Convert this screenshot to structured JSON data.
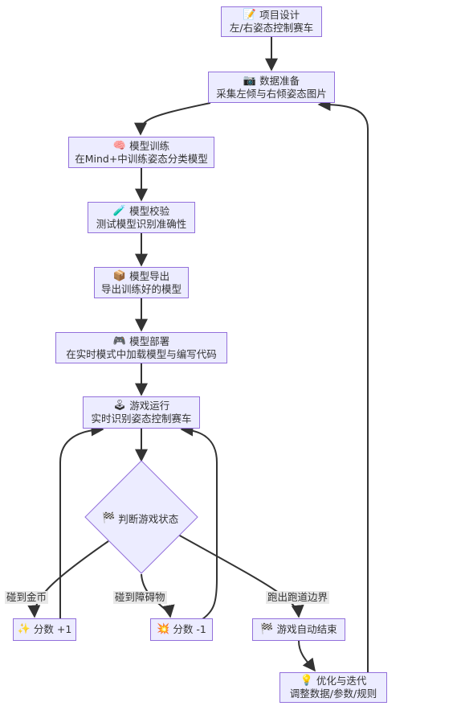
{
  "nodes": {
    "design": {
      "icon": "📝",
      "title": "项目设计",
      "subtitle": "左/右姿态控制赛车"
    },
    "data": {
      "icon": "📷",
      "title": "数据准备",
      "subtitle": "采集左倾与右倾姿态图片"
    },
    "train": {
      "icon": "🧠",
      "title": "模型训练",
      "subtitle": "在Mind+中训练姿态分类模型"
    },
    "validate": {
      "icon": "🧪",
      "title": "模型校验",
      "subtitle": "测试模型识别准确性"
    },
    "export": {
      "icon": "📦",
      "title": "模型导出",
      "subtitle": "导出训练好的模型"
    },
    "deploy": {
      "icon": "🎮",
      "title": "模型部署",
      "subtitle": "在实时模式中加载模型与编写代码"
    },
    "run": {
      "icon": "🕹",
      "title": "游戏运行",
      "subtitle": "实时识别姿态控制赛车"
    },
    "judge": {
      "icon": "🏁",
      "title": "判断游戏状态"
    },
    "plus": {
      "icon": "✨",
      "title": "分数 +1"
    },
    "minus": {
      "icon": "💥",
      "title": "分数 -1"
    },
    "end": {
      "icon": "🏁",
      "title": "游戏自动结束"
    },
    "optimize": {
      "icon": "💡",
      "title": "优化与迭代",
      "subtitle": "调整数据/参数/规则"
    }
  },
  "edge_labels": {
    "coin": "碰到金币",
    "obstacle": "碰到障碍物",
    "boundary": "跑出跑道边界"
  },
  "colors": {
    "node_fill": "#ececff",
    "node_border": "#9370db",
    "edge": "#333333",
    "label_bg": "#e8e8e8"
  }
}
